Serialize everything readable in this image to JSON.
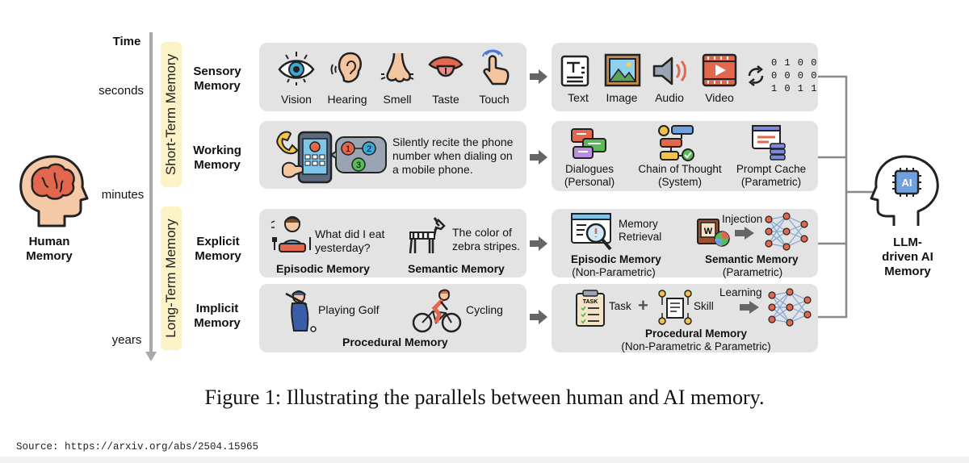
{
  "time": {
    "header": "Time",
    "seconds": "seconds",
    "minutes": "minutes",
    "years": "years"
  },
  "bands": {
    "short_term": "Short-Term Memory",
    "long_term": "Long-Term Memory"
  },
  "human": {
    "label_line1": "Human",
    "label_line2": "Memory"
  },
  "ai": {
    "label_line1": "LLM-driven AI",
    "label_line2": "Memory"
  },
  "rows": {
    "sensory": {
      "label_line1": "Sensory",
      "label_line2": "Memory"
    },
    "working": {
      "label_line1": "Working",
      "label_line2": "Memory"
    },
    "explicit": {
      "label_line1": "Explicit",
      "label_line2": "Memory"
    },
    "implicit": {
      "label_line1": "Implicit",
      "label_line2": "Memory"
    }
  },
  "sensory": {
    "vision": "Vision",
    "hearing": "Hearing",
    "smell": "Smell",
    "taste": "Taste",
    "touch": "Touch"
  },
  "sensory_ai": {
    "text": "Text",
    "image": "Image",
    "audio": "Audio",
    "video": "Video",
    "binary_line1": "0 1 0 0",
    "binary_line2": "0 0 0 0",
    "binary_line3": "1 0 1 1"
  },
  "working": {
    "desc_line1": "Silently recite the phone",
    "desc_line2": "number when dialing on",
    "desc_line3": "a mobile phone.",
    "keys": [
      "1",
      "2",
      "3"
    ]
  },
  "working_ai": {
    "dialogues": "Dialogues",
    "dialogues_sub": "(Personal)",
    "cot": "Chain of Thought",
    "cot_sub": "(System)",
    "prompt_cache": "Prompt Cache",
    "prompt_cache_sub": "(Parametric)"
  },
  "explicit": {
    "episodic_q_line1": "What did I eat",
    "episodic_q_line2": "yesterday?",
    "semantic_q_line1": "The color of",
    "semantic_q_line2": "zebra stripes.",
    "episodic": "Episodic Memory",
    "semantic": "Semantic Memory"
  },
  "explicit_ai": {
    "retrieval_line1": "Memory",
    "retrieval_line2": "Retrieval",
    "injection": "Injection",
    "book_letter": "W",
    "episodic": "Episodic Memory",
    "episodic_sub": "(Non-Parametric)",
    "semantic": "Semantic Memory",
    "semantic_sub": "(Parametric)"
  },
  "implicit": {
    "golf": "Playing Golf",
    "cycling": "Cycling",
    "procedural": "Procedural Memory"
  },
  "implicit_ai": {
    "task": "Task",
    "plus": "+",
    "skill": "Skill",
    "learning": "Learning",
    "task_card": "TASK",
    "procedural": "Procedural Memory",
    "procedural_sub": "(Non-Parametric & Parametric)"
  },
  "ai_chip": "AI",
  "caption": "Figure 1: Illustrating the parallels between human and AI memory.",
  "source": "Source: https://arxiv.org/abs/2504.15965",
  "colors": {
    "panel": "#e3e3e3",
    "band": "#fbf2c6",
    "brain": "#e2674c",
    "arrow": "#666666",
    "connector": "#888888"
  }
}
